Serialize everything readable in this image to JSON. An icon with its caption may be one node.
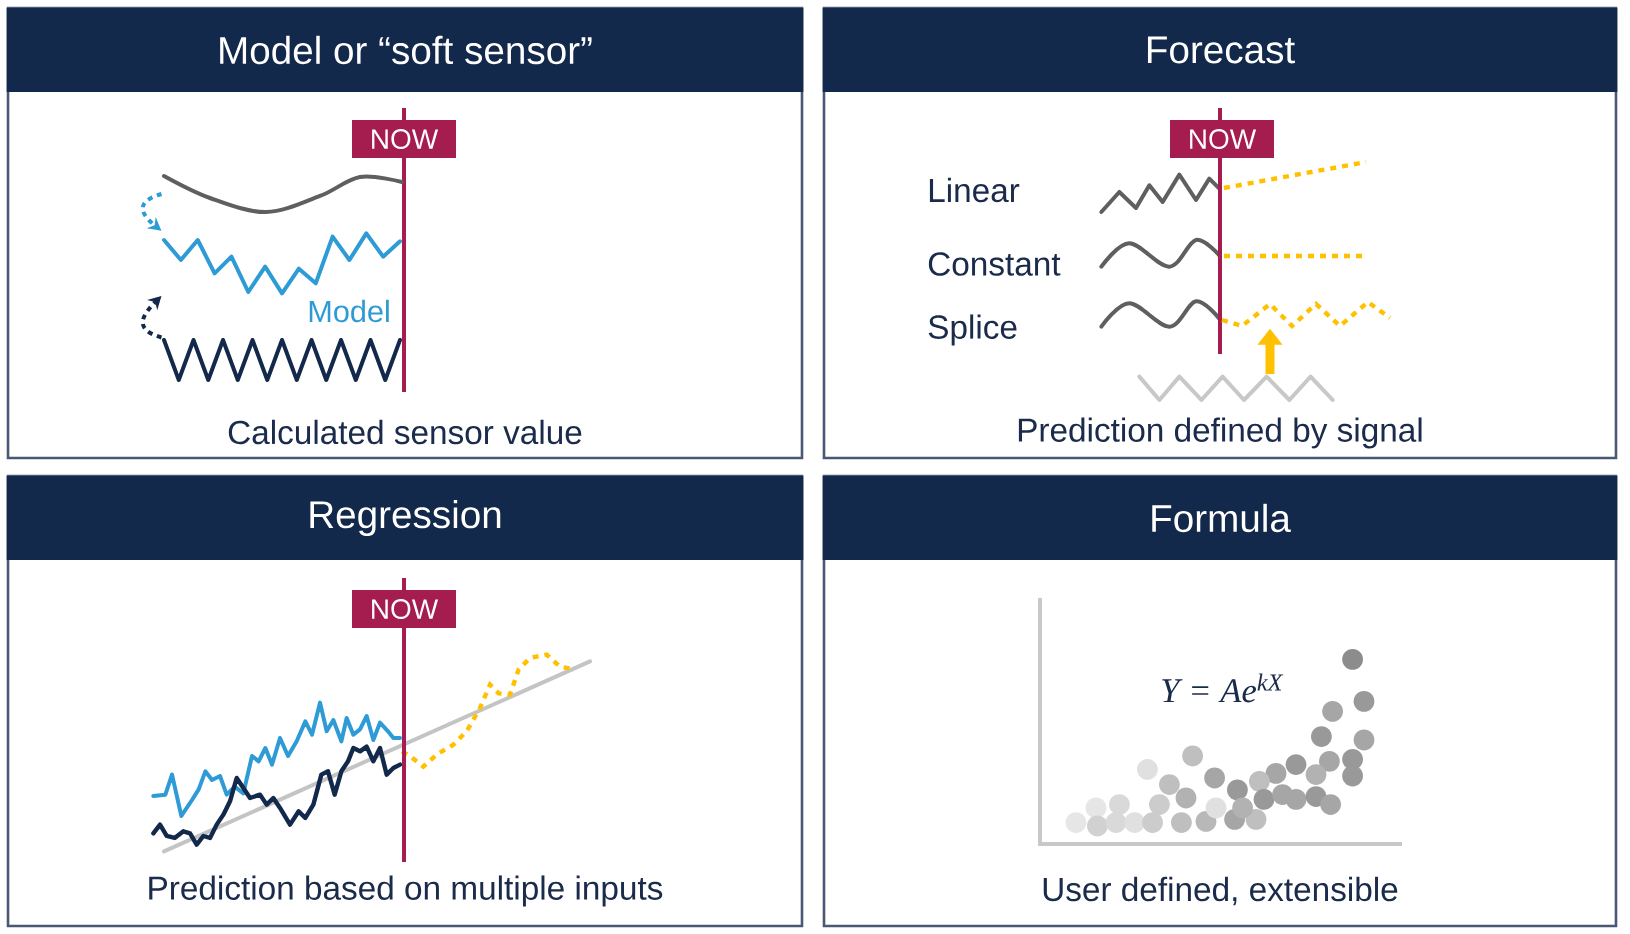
{
  "diagram": {
    "nodes": [
      {
        "text": [
          "Model or “soft sensor”",
          "Calculated sensor value"
        ]
      },
      {
        "text": [
          "NOW"
        ],
        "in": 0
      },
      {
        "text": [],
        "shape": "line",
        "in": 0
      },
      {
        "text": [],
        "shape": "line",
        "in": 0,
        "beside": [
          "Model"
        ]
      },
      {
        "text": [],
        "shape": "line",
        "in": 0
      },
      {
        "text": [
          "Forecast",
          "Prediction defined by signal"
        ]
      },
      {
        "text": [
          "NOW"
        ],
        "in": 5
      },
      {
        "text": [],
        "shape": "line",
        "in": 5
      },
      {
        "text": [],
        "shape": "line",
        "in": 5
      },
      {
        "text": [
          "Regression",
          "Prediction based on multiple inputs"
        ]
      },
      {
        "text": [
          "NOW"
        ],
        "in": 9
      },
      {
        "text": [
          "Formula",
          "User defined, extensible"
        ]
      }
    ],
    "edges": [
      {
        "from": 2,
        "to": 3,
        "arrow": "to",
        "style": "dashed",
        "color": "#2e9bd6"
      },
      {
        "from": 4,
        "to": 3,
        "arrow": "to",
        "style": "dashed",
        "color": "#13294b"
      },
      {
        "from": 8,
        "to": 7,
        "arrow": "to",
        "style": "thick",
        "color": "#ffc000"
      }
    ],
    "labels": [
      "Linear",
      "Constant",
      "Splice",
      "Y = Ae$^{kX}$"
    ]
  }
}
